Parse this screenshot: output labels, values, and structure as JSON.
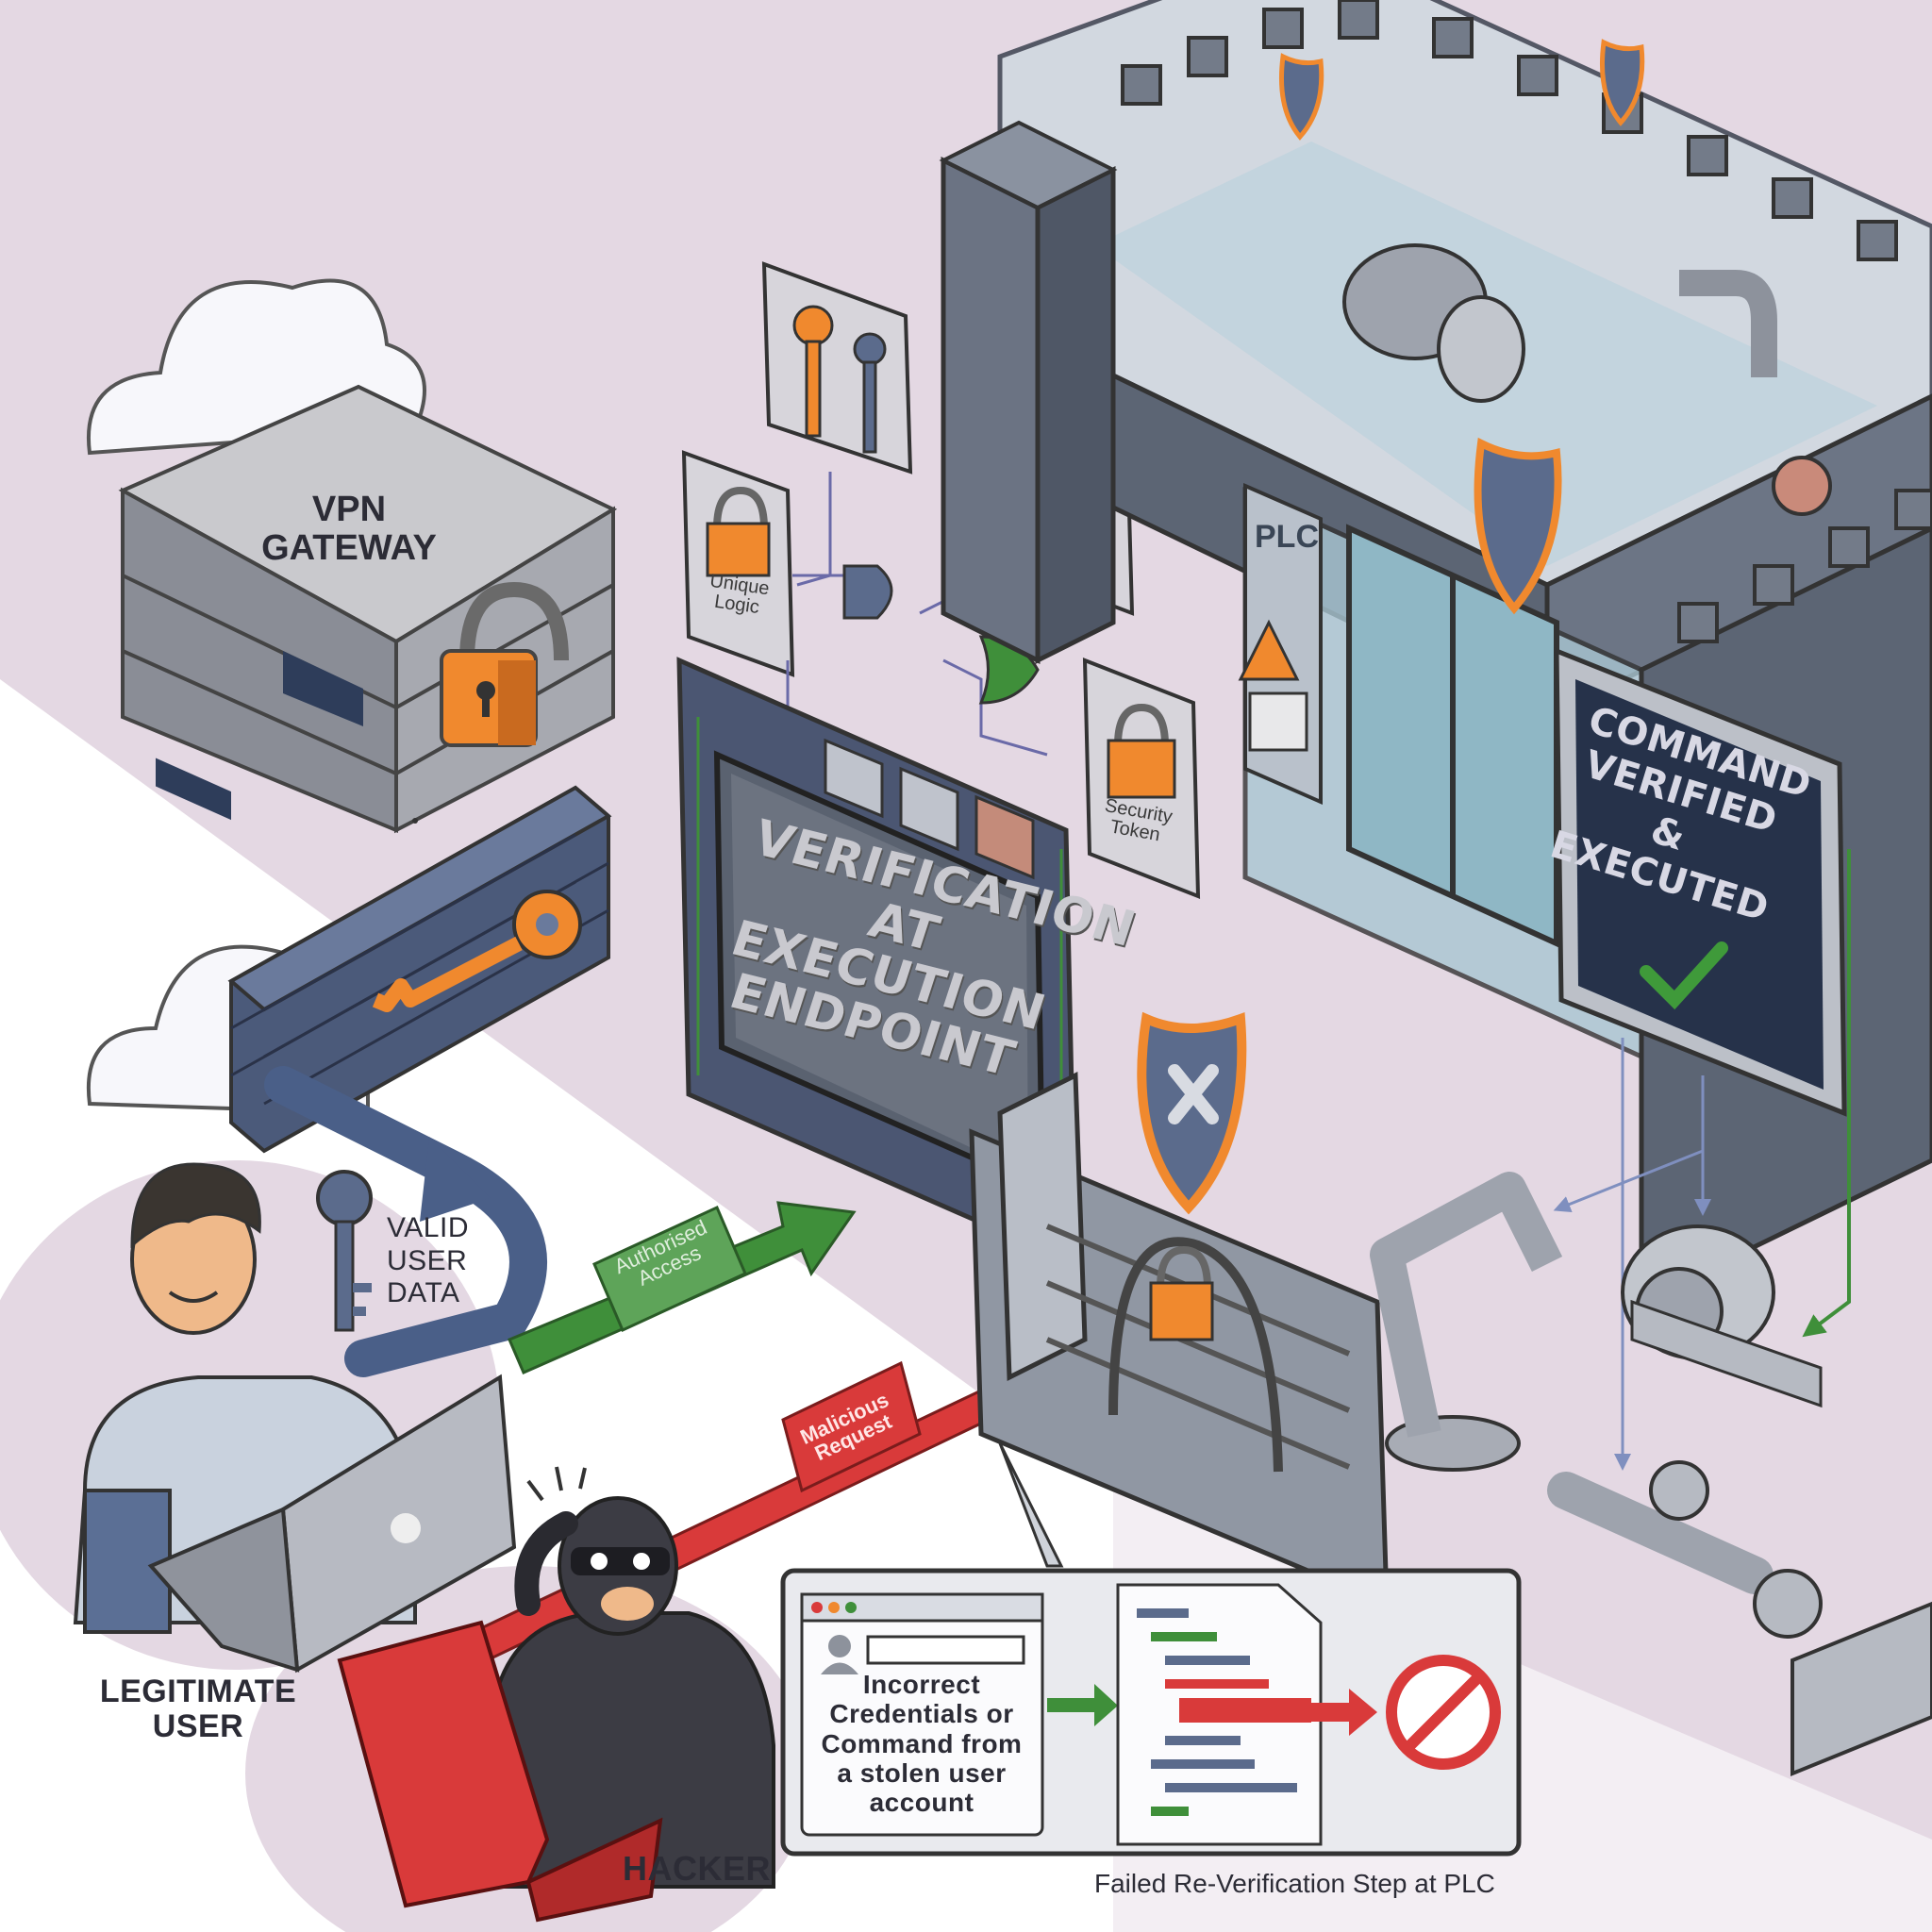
{
  "diagram": {
    "vpn_gateway": {
      "title": "VPN GATEWAY"
    },
    "verification_panel": {
      "title": "Verification at Execution Endpoint"
    },
    "execution_panel": {
      "title": "Command Verified & Executed"
    },
    "key_cards": {
      "unique_logic": "Unique Logic",
      "security_token": "Security Token"
    },
    "plc": {
      "label": "PLC"
    },
    "flows": {
      "authorised": "Authorised Access",
      "malicious": "Malicious Request"
    },
    "valid_data": {
      "label": "VALID USER DATA"
    },
    "actors": {
      "legitimate": "LEGITIMATE USER",
      "hacker": "HACKER"
    },
    "failure_inset": {
      "message": "Incorrect Credentials or Command from a stolen user account",
      "caption": "Failed Re-Verification Step at PLC"
    },
    "colors": {
      "background": "#e4d8e3",
      "accent_orange": "#f0892e",
      "allowed_green": "#3f8f3a",
      "denied_red": "#d93a3a",
      "castle_stone": "#5c6574"
    }
  }
}
